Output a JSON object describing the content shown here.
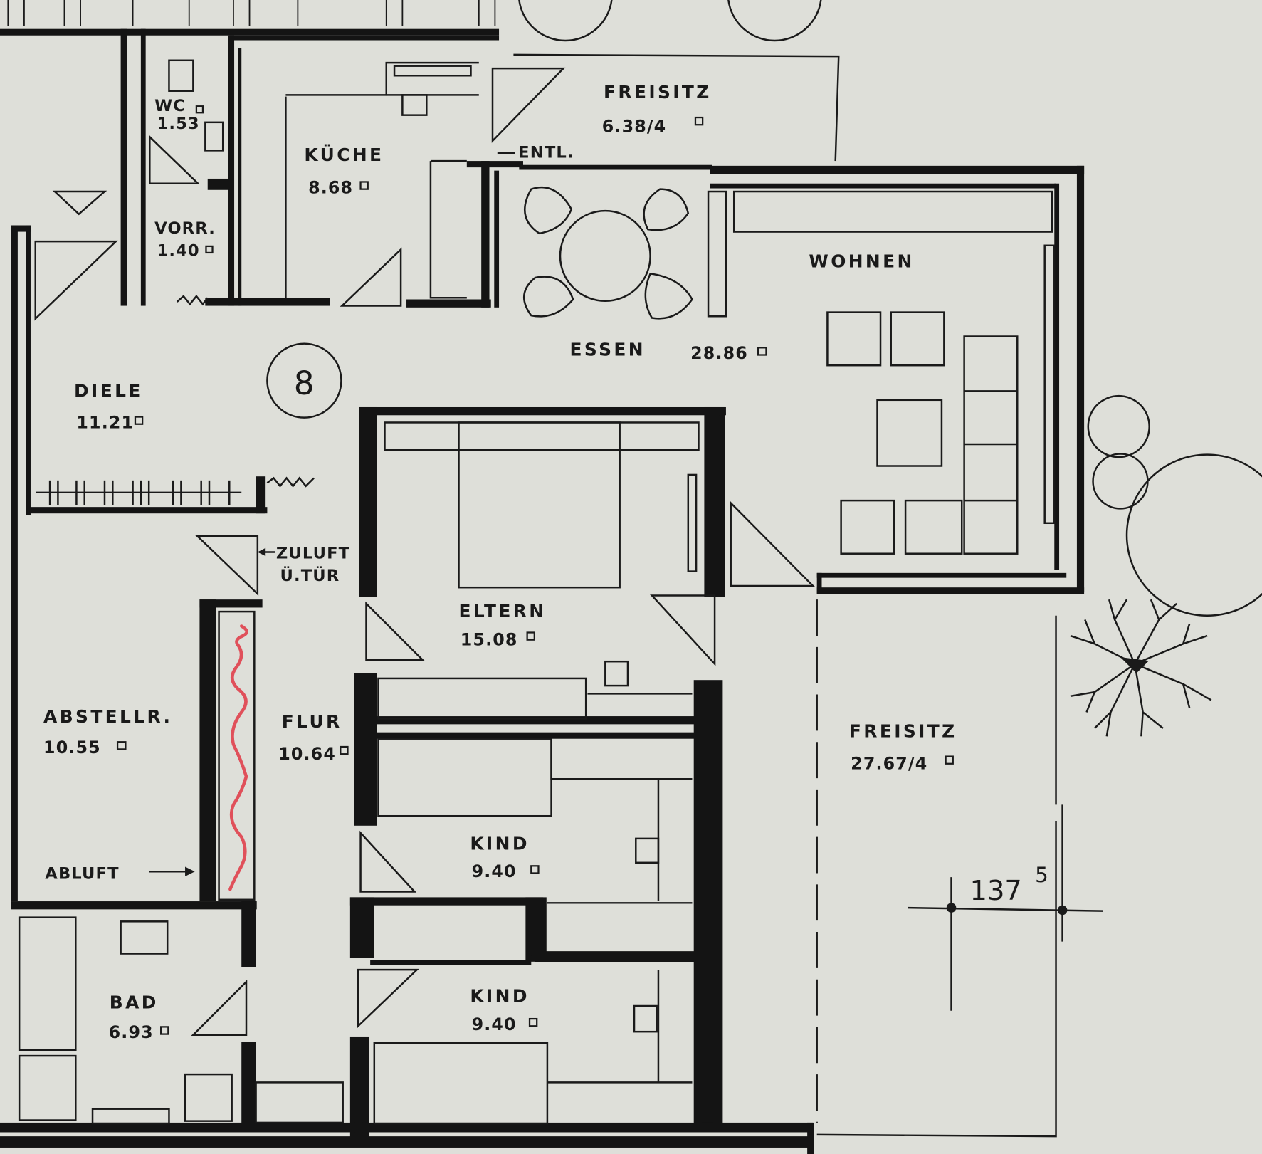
{
  "plan": {
    "unit_number": "8",
    "dimension": {
      "value": "137",
      "superscript": "5"
    },
    "vent_labels": {
      "zuluft_line1": "ZULUFT",
      "zuluft_line2": "Ü.TÜR",
      "abluft": "ABLUFT",
      "entl": "ENTL."
    },
    "rooms": [
      {
        "name": "WC",
        "area": "1.53"
      },
      {
        "name": "VORR.",
        "area": "1.40"
      },
      {
        "name": "KÜCHE",
        "area": "8.68"
      },
      {
        "name": "FREISITZ",
        "area": "6.38/4"
      },
      {
        "name": "WOHNEN",
        "area": ""
      },
      {
        "name": "ESSEN",
        "area": "28.86"
      },
      {
        "name": "DIELE",
        "area": "11.21"
      },
      {
        "name": "ELTERN",
        "area": "15.08"
      },
      {
        "name": "ABSTELLR.",
        "area": "10.55"
      },
      {
        "name": "FLUR",
        "area": "10.64"
      },
      {
        "name": "KIND",
        "area": "9.40"
      },
      {
        "name": "KIND",
        "area": "9.40"
      },
      {
        "name": "BAD",
        "area": "6.93"
      },
      {
        "name": "FREISITZ",
        "area": "27.67/4"
      }
    ],
    "colors": {
      "paper": "#dedfd9",
      "ink": "#141414",
      "annotation_red": "#e0505a"
    }
  }
}
